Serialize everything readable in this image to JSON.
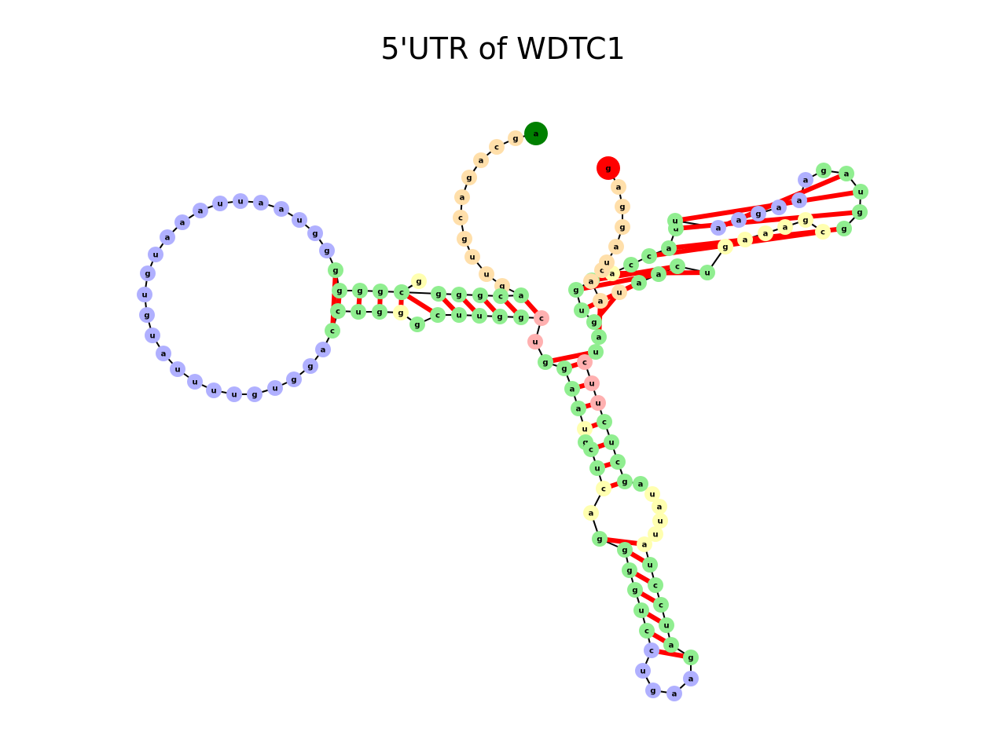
{
  "title": "5'UTR of WDTC1",
  "colors": {
    "stem": "#90ee90",
    "hairpin_loop": "#b0b0ff",
    "interior_loop": "#ffffb0",
    "multiloop": "#ffb0b0",
    "exterior": "#ffdfaa",
    "start": "#008000",
    "end": "#ff0000",
    "pair": "#ff0000",
    "backbone": "#000000"
  },
  "nucleotides": [
    {
      "b": "a",
      "c": "start",
      "s": 1
    },
    {
      "b": "g",
      "c": "exterior"
    },
    {
      "b": "c",
      "c": "exterior"
    },
    {
      "b": "a",
      "c": "exterior"
    },
    {
      "b": "g",
      "c": "exterior"
    },
    {
      "b": "a",
      "c": "exterior"
    },
    {
      "b": "c",
      "c": "exterior"
    },
    {
      "b": "g",
      "c": "exterior"
    },
    {
      "b": "u",
      "c": "exterior"
    },
    {
      "b": "u",
      "c": "exterior"
    },
    {
      "b": "g",
      "c": "exterior"
    },
    {
      "b": "a",
      "c": "stem"
    },
    {
      "b": "c",
      "c": "stem"
    },
    {
      "b": "g",
      "c": "stem"
    },
    {
      "b": "g",
      "c": "stem"
    },
    {
      "b": "g",
      "c": "stem"
    },
    {
      "b": "c",
      "c": "stem"
    },
    {
      "b": "g",
      "c": "interior_loop"
    },
    {
      "b": "c",
      "c": "stem"
    },
    {
      "b": "g",
      "c": "stem"
    },
    {
      "b": "g",
      "c": "stem"
    },
    {
      "b": "g",
      "c": "stem"
    },
    {
      "b": "g",
      "c": "stem"
    },
    {
      "b": "g",
      "c": "hairpin_loop"
    },
    {
      "b": "g",
      "c": "hairpin_loop"
    },
    {
      "b": "u",
      "c": "hairpin_loop"
    },
    {
      "b": "a",
      "c": "hairpin_loop"
    },
    {
      "b": "a",
      "c": "hairpin_loop"
    },
    {
      "b": "u",
      "c": "hairpin_loop"
    },
    {
      "b": "u",
      "c": "hairpin_loop"
    },
    {
      "b": "a",
      "c": "hairpin_loop"
    },
    {
      "b": "a",
      "c": "hairpin_loop"
    },
    {
      "b": "a",
      "c": "hairpin_loop"
    },
    {
      "b": "u",
      "c": "hairpin_loop"
    },
    {
      "b": "g",
      "c": "hairpin_loop"
    },
    {
      "b": "u",
      "c": "hairpin_loop"
    },
    {
      "b": "g",
      "c": "hairpin_loop"
    },
    {
      "b": "u",
      "c": "hairpin_loop"
    },
    {
      "b": "a",
      "c": "hairpin_loop"
    },
    {
      "b": "u",
      "c": "hairpin_loop"
    },
    {
      "b": "u",
      "c": "hairpin_loop"
    },
    {
      "b": "u",
      "c": "hairpin_loop"
    },
    {
      "b": "u",
      "c": "hairpin_loop"
    },
    {
      "b": "g",
      "c": "hairpin_loop"
    },
    {
      "b": "u",
      "c": "hairpin_loop"
    },
    {
      "b": "g",
      "c": "hairpin_loop"
    },
    {
      "b": "g",
      "c": "hairpin_loop"
    },
    {
      "b": "a",
      "c": "hairpin_loop"
    },
    {
      "b": "c",
      "c": "stem"
    },
    {
      "b": "c",
      "c": "stem"
    },
    {
      "b": "u",
      "c": "stem"
    },
    {
      "b": "g",
      "c": "stem"
    },
    {
      "b": "g",
      "c": "interior_loop"
    },
    {
      "b": "g",
      "c": "stem"
    },
    {
      "b": "c",
      "c": "stem"
    },
    {
      "b": "u",
      "c": "stem"
    },
    {
      "b": "u",
      "c": "stem"
    },
    {
      "b": "g",
      "c": "stem"
    },
    {
      "b": "g",
      "c": "stem"
    },
    {
      "b": "c",
      "c": "multiloop"
    },
    {
      "b": "u",
      "c": "multiloop"
    },
    {
      "b": "g",
      "c": "stem"
    },
    {
      "b": "g",
      "c": "stem"
    },
    {
      "b": "a",
      "c": "stem"
    },
    {
      "b": "a",
      "c": "stem"
    },
    {
      "b": "u",
      "c": "interior_loop"
    },
    {
      "b": "g",
      "c": "stem"
    },
    {
      "b": "c",
      "c": "stem"
    },
    {
      "b": "u",
      "c": "stem"
    },
    {
      "b": "c",
      "c": "interior_loop"
    },
    {
      "b": "a",
      "c": "interior_loop"
    },
    {
      "b": "g",
      "c": "stem"
    },
    {
      "b": "g",
      "c": "stem"
    },
    {
      "b": "g",
      "c": "stem"
    },
    {
      "b": "g",
      "c": "stem"
    },
    {
      "b": "u",
      "c": "stem"
    },
    {
      "b": "c",
      "c": "stem"
    },
    {
      "b": "c",
      "c": "hairpin_loop"
    },
    {
      "b": "u",
      "c": "hairpin_loop"
    },
    {
      "b": "g",
      "c": "hairpin_loop"
    },
    {
      "b": "a",
      "c": "hairpin_loop"
    },
    {
      "b": "a",
      "c": "hairpin_loop"
    },
    {
      "b": "g",
      "c": "stem"
    },
    {
      "b": "a",
      "c": "stem"
    },
    {
      "b": "u",
      "c": "stem"
    },
    {
      "b": "c",
      "c": "stem"
    },
    {
      "b": "c",
      "c": "stem"
    },
    {
      "b": "u",
      "c": "stem"
    },
    {
      "b": "a",
      "c": "interior_loop"
    },
    {
      "b": "u",
      "c": "interior_loop"
    },
    {
      "b": "u",
      "c": "interior_loop"
    },
    {
      "b": "a",
      "c": "interior_loop"
    },
    {
      "b": "u",
      "c": "interior_loop"
    },
    {
      "b": "a",
      "c": "stem"
    },
    {
      "b": "g",
      "c": "stem"
    },
    {
      "b": "c",
      "c": "stem"
    },
    {
      "b": "u",
      "c": "stem"
    },
    {
      "b": "c",
      "c": "stem"
    },
    {
      "b": "u",
      "c": "multiloop"
    },
    {
      "b": "u",
      "c": "multiloop"
    },
    {
      "b": "c",
      "c": "multiloop"
    },
    {
      "b": "u",
      "c": "stem"
    },
    {
      "b": "a",
      "c": "stem"
    },
    {
      "b": "g",
      "c": "stem"
    },
    {
      "b": "u",
      "c": "stem"
    },
    {
      "b": "g",
      "c": "stem"
    },
    {
      "b": "a",
      "c": "stem"
    },
    {
      "b": "a",
      "c": "interior_loop"
    },
    {
      "b": "c",
      "c": "stem"
    },
    {
      "b": "c",
      "c": "stem"
    },
    {
      "b": "a",
      "c": "stem"
    },
    {
      "b": "u",
      "c": "stem"
    },
    {
      "b": "u",
      "c": "stem"
    },
    {
      "b": "a",
      "c": "hairpin_loop"
    },
    {
      "b": "a",
      "c": "hairpin_loop"
    },
    {
      "b": "g",
      "c": "hairpin_loop"
    },
    {
      "b": "a",
      "c": "hairpin_loop"
    },
    {
      "b": "a",
      "c": "hairpin_loop"
    },
    {
      "b": "a",
      "c": "hairpin_loop"
    },
    {
      "b": "g",
      "c": "stem"
    },
    {
      "b": "a",
      "c": "stem"
    },
    {
      "b": "u",
      "c": "stem"
    },
    {
      "b": "g",
      "c": "stem"
    },
    {
      "b": "g",
      "c": "stem"
    },
    {
      "b": "c",
      "c": "interior_loop"
    },
    {
      "b": "g",
      "c": "interior_loop"
    },
    {
      "b": "a",
      "c": "interior_loop"
    },
    {
      "b": "a",
      "c": "interior_loop"
    },
    {
      "b": "a",
      "c": "interior_loop"
    },
    {
      "b": "g",
      "c": "interior_loop"
    },
    {
      "b": "u",
      "c": "stem"
    },
    {
      "b": "c",
      "c": "stem"
    },
    {
      "b": "a",
      "c": "stem"
    },
    {
      "b": "a",
      "c": "stem"
    },
    {
      "b": "u",
      "c": "exterior"
    },
    {
      "b": "a",
      "c": "exterior"
    },
    {
      "b": "a",
      "c": "exterior"
    },
    {
      "b": "c",
      "c": "exterior"
    },
    {
      "b": "u",
      "c": "exterior"
    },
    {
      "b": "a",
      "c": "exterior"
    },
    {
      "b": "g",
      "c": "exterior"
    },
    {
      "b": "g",
      "c": "exterior"
    },
    {
      "b": "a",
      "c": "exterior"
    },
    {
      "b": "g",
      "c": "end",
      "s": 1
    }
  ]
}
